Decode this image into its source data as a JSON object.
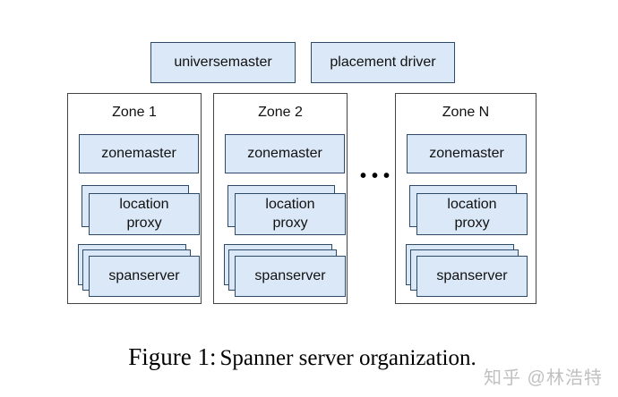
{
  "header_boxes": {
    "universemaster": "universemaster",
    "placement_driver": "placement driver"
  },
  "zones": [
    {
      "title": "Zone 1",
      "zonemaster": "zonemaster",
      "location_proxy": "location\nproxy",
      "spanserver": "spanserver"
    },
    {
      "title": "Zone 2",
      "zonemaster": "zonemaster",
      "location_proxy": "location\nproxy",
      "spanserver": "spanserver"
    },
    {
      "title": "Zone N",
      "zonemaster": "zonemaster",
      "location_proxy": "location\nproxy",
      "spanserver": "spanserver"
    }
  ],
  "ellipsis": "•••",
  "caption": {
    "prefix": "Figure 1:",
    "text": "Spanner server organization."
  },
  "watermark": "知乎 @林浩特",
  "colors": {
    "box_fill": "#dbe8f7",
    "box_border": "#2d4a68",
    "zone_border": "#444444",
    "watermark": "#c0c0c0"
  }
}
